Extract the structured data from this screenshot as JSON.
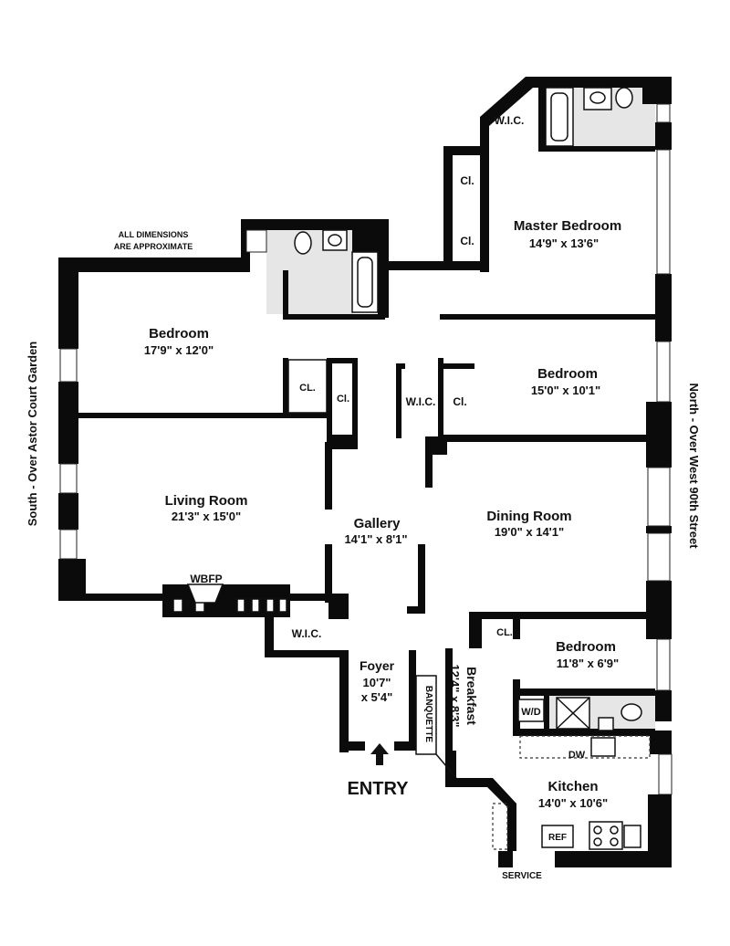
{
  "notes": {
    "dimensions_line1": "ALL DIMENSIONS",
    "dimensions_line2": "ARE APPROXIMATE"
  },
  "orientation": {
    "south": "South - Over Astor Court Garden",
    "north": "North - Over West 90th Street"
  },
  "rooms": {
    "master_bedroom": {
      "name": "Master Bedroom",
      "size": "14'9\"  x  13'6\""
    },
    "bedroom_left": {
      "name": "Bedroom",
      "size": "17'9\" x 12'0\""
    },
    "bedroom_right": {
      "name": "Bedroom",
      "size": "15'0\" x 10'1\""
    },
    "living_room": {
      "name": "Living Room",
      "size": "21'3\" x 15'0\""
    },
    "gallery": {
      "name": "Gallery",
      "size": "14'1\" x 8'1\""
    },
    "dining_room": {
      "name": "Dining Room",
      "size": "19'0\" x 14'1\""
    },
    "bedroom_small": {
      "name": "Bedroom",
      "size": "11'8\" x 6'9\""
    },
    "foyer": {
      "name": "Foyer",
      "size_line1": "10'7\"",
      "size_line2": "x 5'4\""
    },
    "breakfast": {
      "name": "Breakfast",
      "size": "12'4\" x 8'3\""
    },
    "kitchen": {
      "name": "Kitchen",
      "size": "14'0\" x 10'6\""
    }
  },
  "labels": {
    "wic_top": "W.I.C.",
    "cl_master_1": "Cl.",
    "cl_master_2": "Cl.",
    "cl_left_1": "CL.",
    "cl_left_2": "Cl.",
    "wic_mid": "W.I.C.",
    "cl_mid": "Cl.",
    "wbfp": "WBFP",
    "wic_living": "W.I.C.",
    "cl_small": "CL.",
    "wd": "W/D",
    "banquette": "BANQUETTE",
    "dw": "DW",
    "ref": "REF",
    "entry": "ENTRY",
    "service": "SERVICE"
  }
}
